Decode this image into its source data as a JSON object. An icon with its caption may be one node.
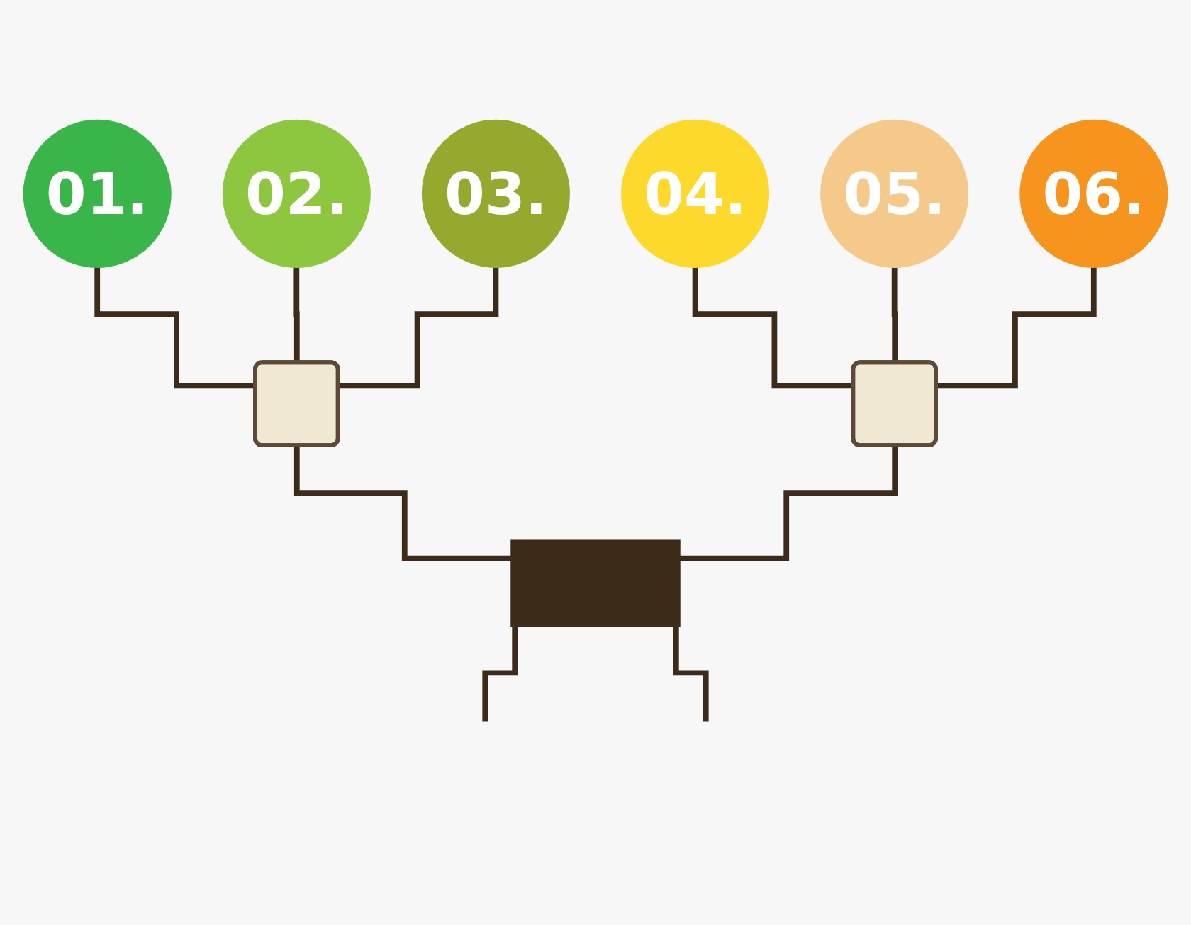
{
  "diagram": {
    "nodes": [
      {
        "text": [
          "01."
        ]
      },
      {
        "text": [
          "02."
        ]
      },
      {
        "text": [
          "03."
        ]
      },
      {
        "text": [
          "04."
        ]
      },
      {
        "text": [
          "05."
        ]
      },
      {
        "text": [
          "06."
        ]
      },
      {
        "text": [],
        "shape": "box"
      },
      {
        "text": [],
        "shape": "box"
      },
      {
        "text": [],
        "shape": "bar"
      }
    ],
    "edges": [
      {
        "from": 0,
        "to": 6,
        "arrow": "none"
      },
      {
        "from": 1,
        "to": 6,
        "arrow": "none"
      },
      {
        "from": 2,
        "to": 6,
        "arrow": "none"
      },
      {
        "from": 3,
        "to": 7,
        "arrow": "none"
      },
      {
        "from": 4,
        "to": 7,
        "arrow": "none"
      },
      {
        "from": 5,
        "to": 7,
        "arrow": "none"
      },
      {
        "from": 6,
        "to": 8,
        "arrow": "none"
      },
      {
        "from": 7,
        "to": 8,
        "arrow": "none"
      },
      {
        "from": 8,
        "to": null,
        "arrow": "none"
      },
      {
        "from": 8,
        "to": null,
        "arrow": "none"
      }
    ]
  }
}
